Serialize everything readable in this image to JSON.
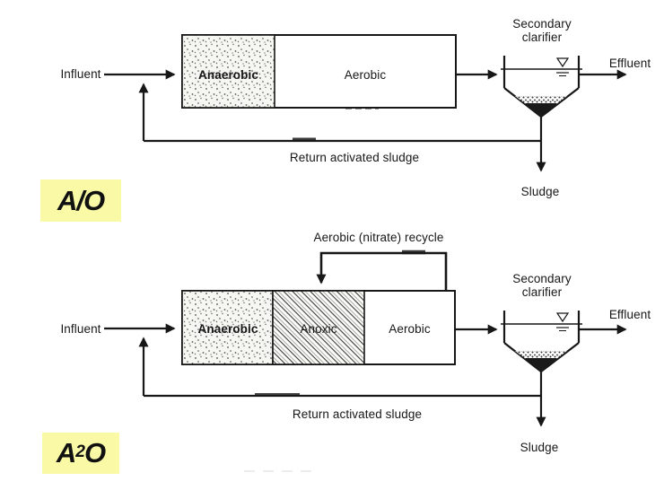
{
  "colors": {
    "ink": "#171717",
    "tag_background": "#fafaa6",
    "tag_text": "#111111",
    "page_background": "#ffffff"
  },
  "ao": {
    "tag": "A/O",
    "influent": "Influent",
    "tanks": {
      "anaerobic": "Anaerobic",
      "aerobic": "Aerobic"
    },
    "clarifier": {
      "line1": "Secondary",
      "line2": "clarifier"
    },
    "effluent": "Effluent",
    "sludge": "Sludge",
    "return_line": "Return activated sludge"
  },
  "a2o": {
    "tag": {
      "base": "A",
      "sup": "2",
      "end": "O"
    },
    "recycle": "Aerobic (nitrate) recycle",
    "influent": "Influent",
    "tanks": {
      "anaerobic": "Anaerobic",
      "anoxic": "Anoxic",
      "aerobic": "Aerobic"
    },
    "clarifier": {
      "line1": "Secondary",
      "line2": "clarifier"
    },
    "effluent": "Effluent",
    "sludge": "Sludge",
    "return_line": "Return activated sludge"
  }
}
